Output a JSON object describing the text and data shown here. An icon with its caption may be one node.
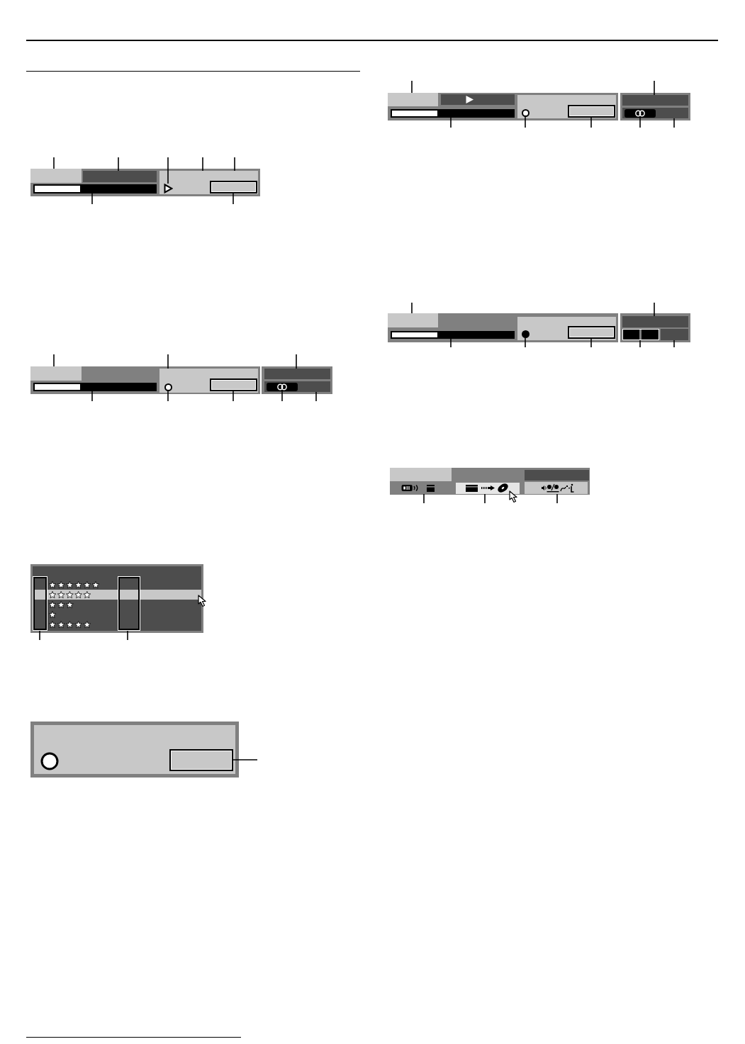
{
  "diagram": {
    "nodes": [
      {
        "text": [],
        "shape": "box"
      },
      {
        "text": [],
        "shape": "box",
        "in": 0
      },
      {
        "text": [],
        "shape": "bar",
        "in": 0
      },
      {
        "text": [],
        "shape": "bar",
        "in": 0
      },
      {
        "text": [],
        "shape": "box",
        "in": 0
      },
      {
        "text": [],
        "shape": "triangle",
        "in": 4
      },
      {
        "text": [],
        "shape": "box",
        "in": 4
      },
      {
        "text": [],
        "shape": "box"
      },
      {
        "text": [],
        "shape": "box",
        "in": 7
      },
      {
        "text": [],
        "shape": "bar",
        "in": 7
      },
      {
        "text": [],
        "shape": "box",
        "in": 7
      },
      {
        "text": [],
        "shape": "circle",
        "in": 10
      },
      {
        "text": [],
        "shape": "box",
        "in": 10
      },
      {
        "text": [],
        "shape": "box"
      },
      {
        "text": [],
        "shape": "bar",
        "in": 13
      },
      {
        "text": [],
        "shape": "bar",
        "in": 13
      },
      {
        "text": [],
        "shape": "box",
        "in": 15
      },
      {
        "text": [],
        "shape": "box"
      },
      {
        "text": [],
        "shape": "box",
        "in": 17
      },
      {
        "text": [],
        "shape": "box",
        "in": 17
      },
      {
        "text": [],
        "shape": "box"
      },
      {
        "text": [],
        "shape": "box",
        "in": 20
      },
      {
        "text": [],
        "shape": "box"
      },
      {
        "text": [],
        "shape": "box",
        "in": 22
      },
      {
        "text": [],
        "shape": "bar",
        "in": 22
      },
      {
        "text": [],
        "shape": "bar",
        "in": 22
      },
      {
        "text": [],
        "shape": "box",
        "in": 22
      },
      {
        "text": [],
        "shape": "circle",
        "in": 26
      },
      {
        "text": [],
        "shape": "box",
        "in": 26
      },
      {
        "text": [],
        "shape": "box"
      },
      {
        "text": [],
        "shape": "bar",
        "in": 29
      },
      {
        "text": [],
        "shape": "bar",
        "in": 29
      },
      {
        "text": [],
        "shape": "box",
        "in": 31
      },
      {
        "text": [],
        "shape": "box"
      },
      {
        "text": [],
        "shape": "box",
        "in": 33
      },
      {
        "text": [],
        "shape": "bar",
        "in": 33
      },
      {
        "text": [],
        "shape": "box",
        "in": 33
      },
      {
        "text": [],
        "shape": "circle",
        "in": 36
      },
      {
        "text": [],
        "shape": "box",
        "in": 36
      },
      {
        "text": [],
        "shape": "box"
      },
      {
        "text": [],
        "shape": "bar",
        "in": 39
      },
      {
        "text": [],
        "shape": "box",
        "in": 39
      },
      {
        "text": [],
        "shape": "bar",
        "in": 39
      },
      {
        "text": [],
        "shape": "box"
      },
      {
        "text": [],
        "shape": "box",
        "in": 43
      },
      {
        "text": [],
        "shape": "bar",
        "in": 43
      },
      {
        "text": [],
        "shape": "box",
        "in": 43
      },
      {
        "text": [],
        "shape": "box",
        "in": 43
      },
      {
        "text": [],
        "shape": "box",
        "in": 43
      }
    ],
    "edges": [
      {
        "from": null,
        "to": 1,
        "arrow": "none"
      },
      {
        "from": null,
        "to": 2,
        "arrow": "none"
      },
      {
        "from": null,
        "to": 5,
        "arrow": "none"
      },
      {
        "from": null,
        "to": 4,
        "arrow": "none"
      },
      {
        "from": null,
        "to": 4,
        "arrow": "none"
      },
      {
        "from": null,
        "to": 3,
        "arrow": "none"
      },
      {
        "from": null,
        "to": 6,
        "arrow": "none"
      },
      {
        "from": null,
        "to": 8,
        "arrow": "none"
      },
      {
        "from": null,
        "to": 10,
        "arrow": "none"
      },
      {
        "from": null,
        "to": 14,
        "arrow": "none"
      },
      {
        "from": null,
        "to": 9,
        "arrow": "none"
      },
      {
        "from": null,
        "to": 11,
        "arrow": "none"
      },
      {
        "from": null,
        "to": 12,
        "arrow": "none"
      },
      {
        "from": null,
        "to": 16,
        "arrow": "none"
      },
      {
        "from": null,
        "to": 15,
        "arrow": "none"
      },
      {
        "from": null,
        "to": 18,
        "arrow": "none"
      },
      {
        "from": null,
        "to": 19,
        "arrow": "none"
      },
      {
        "from": null,
        "to": 21,
        "arrow": "none"
      },
      {
        "from": null,
        "to": 23,
        "arrow": "none"
      },
      {
        "from": null,
        "to": 30,
        "arrow": "none"
      },
      {
        "from": null,
        "to": 25,
        "arrow": "none"
      },
      {
        "from": null,
        "to": 27,
        "arrow": "none"
      },
      {
        "from": null,
        "to": 28,
        "arrow": "none"
      },
      {
        "from": null,
        "to": 32,
        "arrow": "none"
      },
      {
        "from": null,
        "to": 31,
        "arrow": "none"
      },
      {
        "from": null,
        "to": 34,
        "arrow": "none"
      },
      {
        "from": null,
        "to": 40,
        "arrow": "none"
      },
      {
        "from": null,
        "to": 35,
        "arrow": "none"
      },
      {
        "from": null,
        "to": 37,
        "arrow": "none"
      },
      {
        "from": null,
        "to": 38,
        "arrow": "none"
      },
      {
        "from": null,
        "to": 41,
        "arrow": "none"
      },
      {
        "from": null,
        "to": 42,
        "arrow": "none"
      },
      {
        "from": null,
        "to": 46,
        "arrow": "none"
      },
      {
        "from": null,
        "to": 47,
        "arrow": "none"
      },
      {
        "from": null,
        "to": 48,
        "arrow": "none"
      }
    ]
  }
}
